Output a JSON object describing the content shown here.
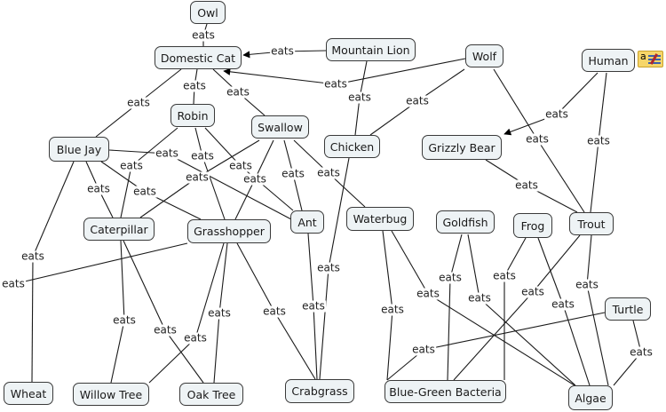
{
  "link_label": "eats",
  "nodes": [
    {
      "id": "owl",
      "label": "Owl"
    },
    {
      "id": "domestic-cat",
      "label": "Domestic Cat"
    },
    {
      "id": "mountain-lion",
      "label": "Mountain Lion"
    },
    {
      "id": "wolf",
      "label": "Wolf"
    },
    {
      "id": "human",
      "label": "Human"
    },
    {
      "id": "robin",
      "label": "Robin"
    },
    {
      "id": "swallow",
      "label": "Swallow"
    },
    {
      "id": "chicken",
      "label": "Chicken"
    },
    {
      "id": "grizzly-bear",
      "label": "Grizzly Bear"
    },
    {
      "id": "blue-jay",
      "label": "Blue Jay"
    },
    {
      "id": "caterpillar",
      "label": "Caterpillar"
    },
    {
      "id": "grasshopper",
      "label": "Grasshopper"
    },
    {
      "id": "ant",
      "label": "Ant"
    },
    {
      "id": "waterbug",
      "label": "Waterbug"
    },
    {
      "id": "goldfish",
      "label": "Goldfish"
    },
    {
      "id": "frog",
      "label": "Frog"
    },
    {
      "id": "trout",
      "label": "Trout"
    },
    {
      "id": "turtle",
      "label": "Turtle"
    },
    {
      "id": "wheat",
      "label": "Wheat"
    },
    {
      "id": "willow-tree",
      "label": "Willow Tree"
    },
    {
      "id": "oak-tree",
      "label": "Oak Tree"
    },
    {
      "id": "crabgrass",
      "label": "Crabgrass"
    },
    {
      "id": "blue-green-bacteria",
      "label": "Blue-Green Bacteria"
    },
    {
      "id": "algae",
      "label": "Algae"
    }
  ],
  "links": [
    {
      "from": "owl",
      "to": "domestic-cat",
      "label": "eats",
      "arrow": false
    },
    {
      "from": "mountain-lion",
      "to": "domestic-cat",
      "label": "eats",
      "arrow": true
    },
    {
      "from": "wolf",
      "to": "domestic-cat",
      "label": "eats",
      "arrow": true
    },
    {
      "from": "human",
      "to": "grizzly-bear",
      "label": "eats",
      "arrow": true
    },
    {
      "from": "domestic-cat",
      "to": "blue-jay",
      "label": "eats",
      "arrow": false
    },
    {
      "from": "domestic-cat",
      "to": "robin",
      "label": "eats",
      "arrow": false
    },
    {
      "from": "domestic-cat",
      "to": "swallow",
      "label": "eats",
      "arrow": false
    },
    {
      "from": "mountain-lion",
      "to": "chicken",
      "label": "eats",
      "arrow": false
    },
    {
      "from": "wolf",
      "to": "chicken",
      "label": "eats",
      "arrow": false
    },
    {
      "from": "wolf",
      "to": "trout",
      "label": "eats",
      "arrow": false
    },
    {
      "from": "human",
      "to": "trout",
      "label": "eats",
      "arrow": false
    },
    {
      "from": "grizzly-bear",
      "to": "trout",
      "label": "eats",
      "arrow": false
    },
    {
      "from": "blue-jay",
      "to": "ant",
      "label": "eats",
      "arrow": false
    },
    {
      "from": "blue-jay",
      "to": "caterpillar",
      "label": "eats",
      "arrow": false
    },
    {
      "from": "blue-jay",
      "to": "grasshopper",
      "label": "eats",
      "arrow": false
    },
    {
      "from": "blue-jay",
      "to": "wheat",
      "label": "eats",
      "arrow": false
    },
    {
      "from": "robin",
      "to": "caterpillar",
      "label": "eats",
      "arrow": false
    },
    {
      "from": "robin",
      "to": "grasshopper",
      "label": "eats",
      "arrow": false
    },
    {
      "from": "robin",
      "to": "ant",
      "label": "eats",
      "arrow": false
    },
    {
      "from": "swallow",
      "to": "caterpillar",
      "label": "eats",
      "arrow": false
    },
    {
      "from": "swallow",
      "to": "grasshopper",
      "label": "eats",
      "arrow": false
    },
    {
      "from": "swallow",
      "to": "ant",
      "label": "eats",
      "arrow": false
    },
    {
      "from": "swallow",
      "to": "waterbug",
      "label": "eats",
      "arrow": false
    },
    {
      "from": "chicken",
      "to": "crabgrass",
      "label": "eats",
      "arrow": false
    },
    {
      "from": "grasshopper",
      "to": "wheat",
      "label": "eats",
      "arrow": false
    },
    {
      "from": "grasshopper",
      "to": "willow-tree",
      "label": "eats",
      "arrow": false
    },
    {
      "from": "grasshopper",
      "to": "oak-tree",
      "label": "eats",
      "arrow": false
    },
    {
      "from": "grasshopper",
      "to": "crabgrass",
      "label": "eats",
      "arrow": false
    },
    {
      "from": "caterpillar",
      "to": "willow-tree",
      "label": "eats",
      "arrow": false
    },
    {
      "from": "caterpillar",
      "to": "oak-tree",
      "label": "eats",
      "arrow": false
    },
    {
      "from": "ant",
      "to": "crabgrass",
      "label": "eats",
      "arrow": false
    },
    {
      "from": "waterbug",
      "to": "blue-green-bacteria",
      "label": "eats",
      "arrow": false
    },
    {
      "from": "waterbug",
      "to": "algae",
      "label": "eats",
      "arrow": false
    },
    {
      "from": "goldfish",
      "to": "blue-green-bacteria",
      "label": "eats",
      "arrow": false
    },
    {
      "from": "goldfish",
      "to": "algae",
      "label": "eats",
      "arrow": false
    },
    {
      "from": "frog",
      "to": "blue-green-bacteria",
      "label": "eats",
      "arrow": false
    },
    {
      "from": "frog",
      "to": "algae",
      "label": "eats",
      "arrow": false
    },
    {
      "from": "trout",
      "to": "blue-green-bacteria",
      "label": "eats",
      "arrow": false
    },
    {
      "from": "trout",
      "to": "algae",
      "label": "eats",
      "arrow": false
    },
    {
      "from": "turtle",
      "to": "blue-green-bacteria",
      "label": "eats",
      "arrow": false
    },
    {
      "from": "turtle",
      "to": "algae",
      "label": "eats",
      "arrow": false
    }
  ],
  "annotation_icon": "note-icon",
  "annotation_glyph": "a"
}
